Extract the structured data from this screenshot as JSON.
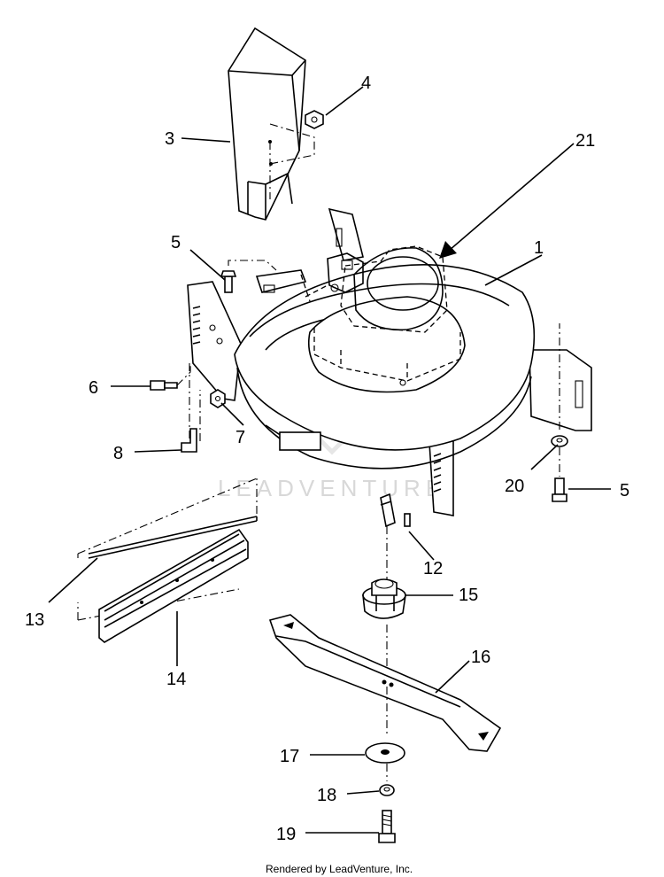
{
  "callouts": {
    "c1": "1",
    "c3": "3",
    "c4": "4",
    "c5a": "5",
    "c5b": "5",
    "c6": "6",
    "c7": "7",
    "c8": "8",
    "c12": "12",
    "c13": "13",
    "c14": "14",
    "c15": "15",
    "c16": "16",
    "c17": "17",
    "c18": "18",
    "c19": "19",
    "c20": "20",
    "c21": "21"
  },
  "watermark": "LEADVENTURE",
  "footer": "Rendered by LeadVenture, Inc."
}
